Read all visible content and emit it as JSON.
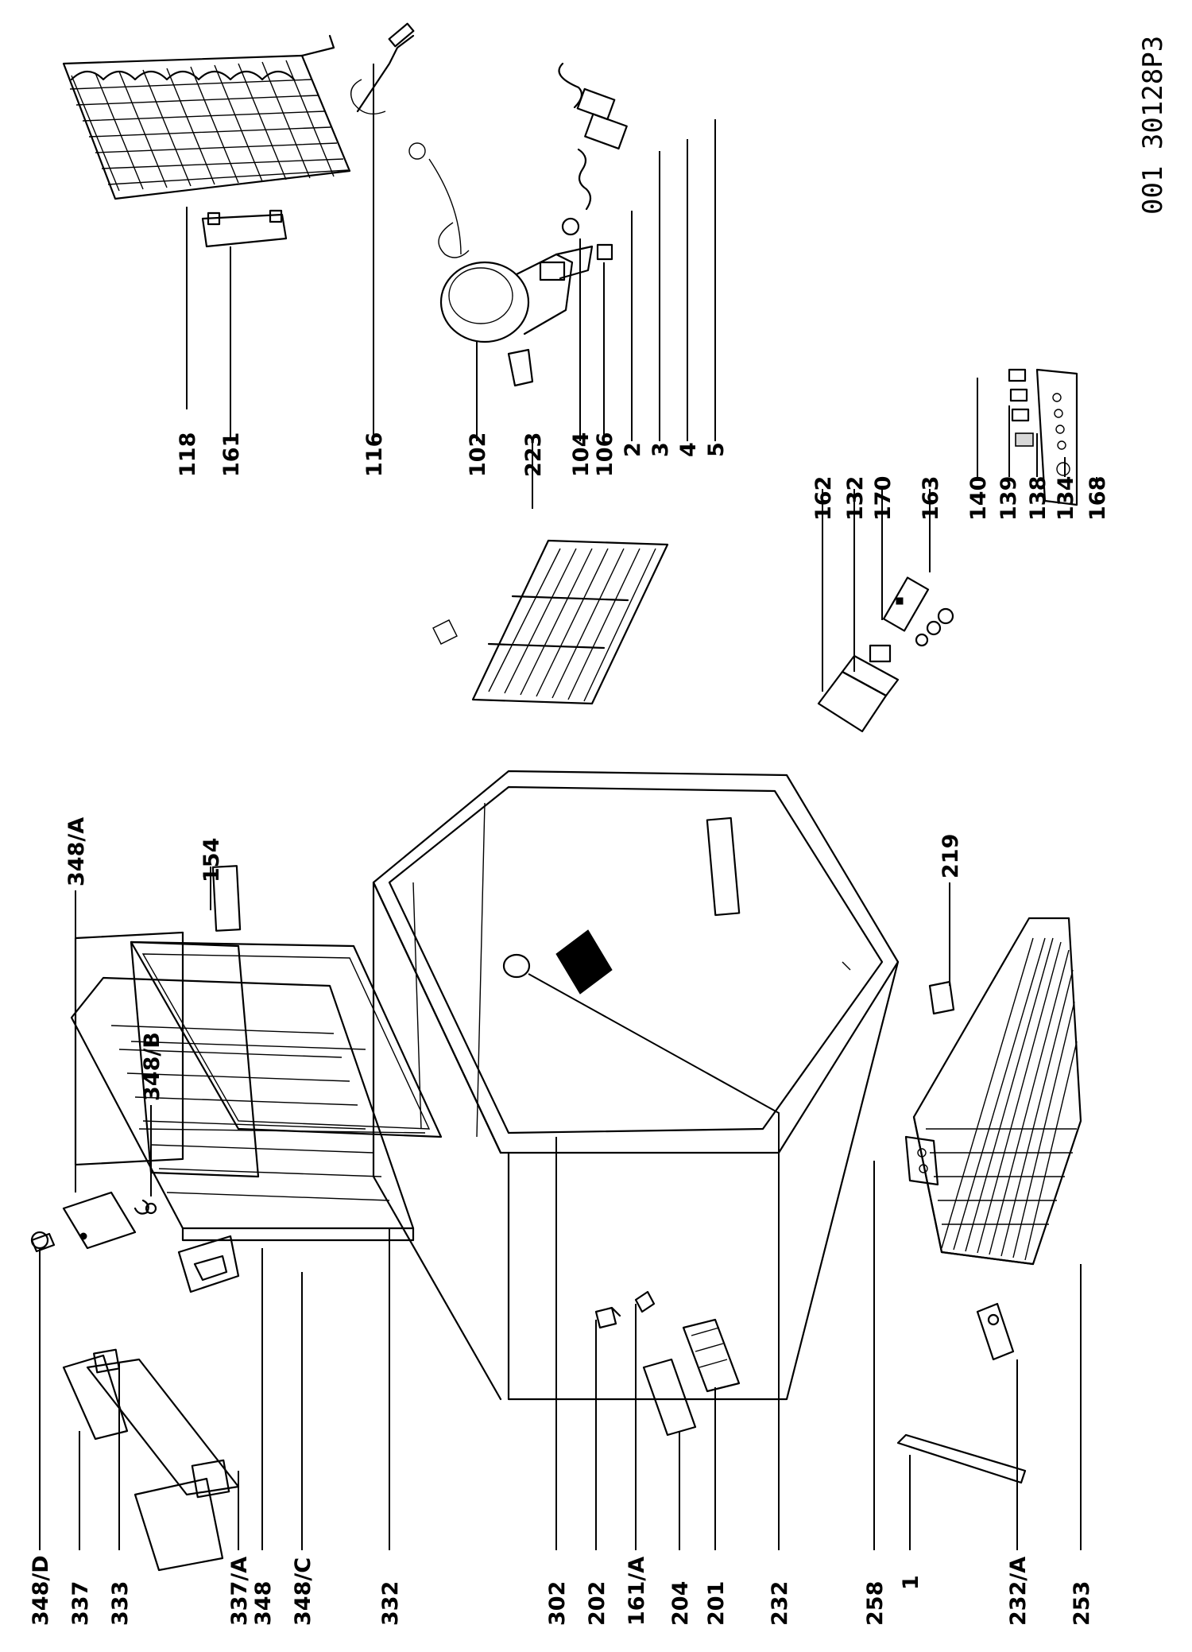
{
  "drawing_code": "001 30128P3",
  "labels": {
    "l118": "118",
    "l161": "161",
    "l116": "116",
    "l102": "102",
    "l223": "223",
    "l104": "104",
    "l106": "106",
    "l2": "2",
    "l3": "3",
    "l4": "4",
    "l5": "5",
    "l162": "162",
    "l132": "132",
    "l170": "170",
    "l163": "163",
    "l140": "140",
    "l139": "139",
    "l138": "138",
    "l134": "134",
    "l168": "168",
    "l154": "154",
    "l348A": "348/A",
    "l348B": "348/B",
    "l219": "219",
    "l348D": "348/D",
    "l337": "337",
    "l333": "333",
    "l337A": "337/A",
    "l348": "348",
    "l348C": "348/C",
    "l332": "332",
    "l302": "302",
    "l202": "202",
    "l161A": "161/A",
    "l204": "204",
    "l201": "201",
    "l232": "232",
    "l258": "258",
    "l1": "1",
    "l232A": "232/A",
    "l253": "253"
  },
  "icons": [
    "condenser-coil",
    "compressor",
    "freezer-cabinet",
    "freezer-lid",
    "wire-basket",
    "thermostat-box"
  ]
}
